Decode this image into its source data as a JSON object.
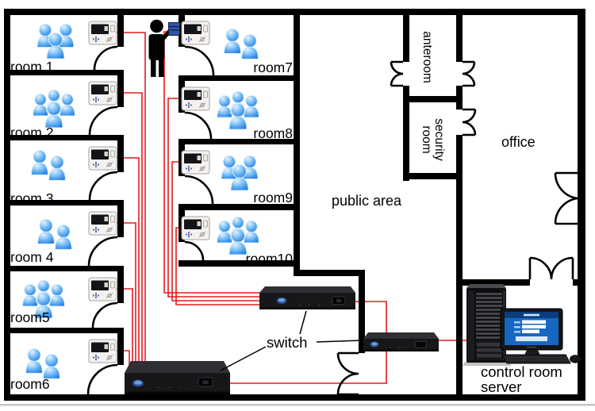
{
  "diagram": {
    "rooms_left": [
      {
        "label": "room 1"
      },
      {
        "label": "room 2"
      },
      {
        "label": "room 3"
      },
      {
        "label": "room 4"
      },
      {
        "label": "room5"
      },
      {
        "label": "room6"
      }
    ],
    "rooms_right": [
      {
        "label": "room7"
      },
      {
        "label": "room8"
      },
      {
        "label": "room9"
      },
      {
        "label": "room10"
      }
    ],
    "areas": {
      "anteroom": "anteroom",
      "security_line1": "security",
      "security_line2": "room",
      "office": "office",
      "public": "public area"
    },
    "equipment": {
      "switch_label": "switch",
      "control_room_line1": "control room",
      "control_room_line2": "server"
    },
    "icons": [
      "people-group-icon",
      "intercom-panel-icon",
      "door-arc",
      "person-figure",
      "badge-icon",
      "network-switch",
      "server-rack",
      "monitor",
      "keyboard",
      "mouse"
    ],
    "colors": {
      "wall": "#000000",
      "wire_red": "#e8191f",
      "people_blue": "#53a7f0",
      "screen_blue": "#1565c0",
      "panel_body": "#f4f1ee",
      "rack_dark": "#141417"
    }
  }
}
